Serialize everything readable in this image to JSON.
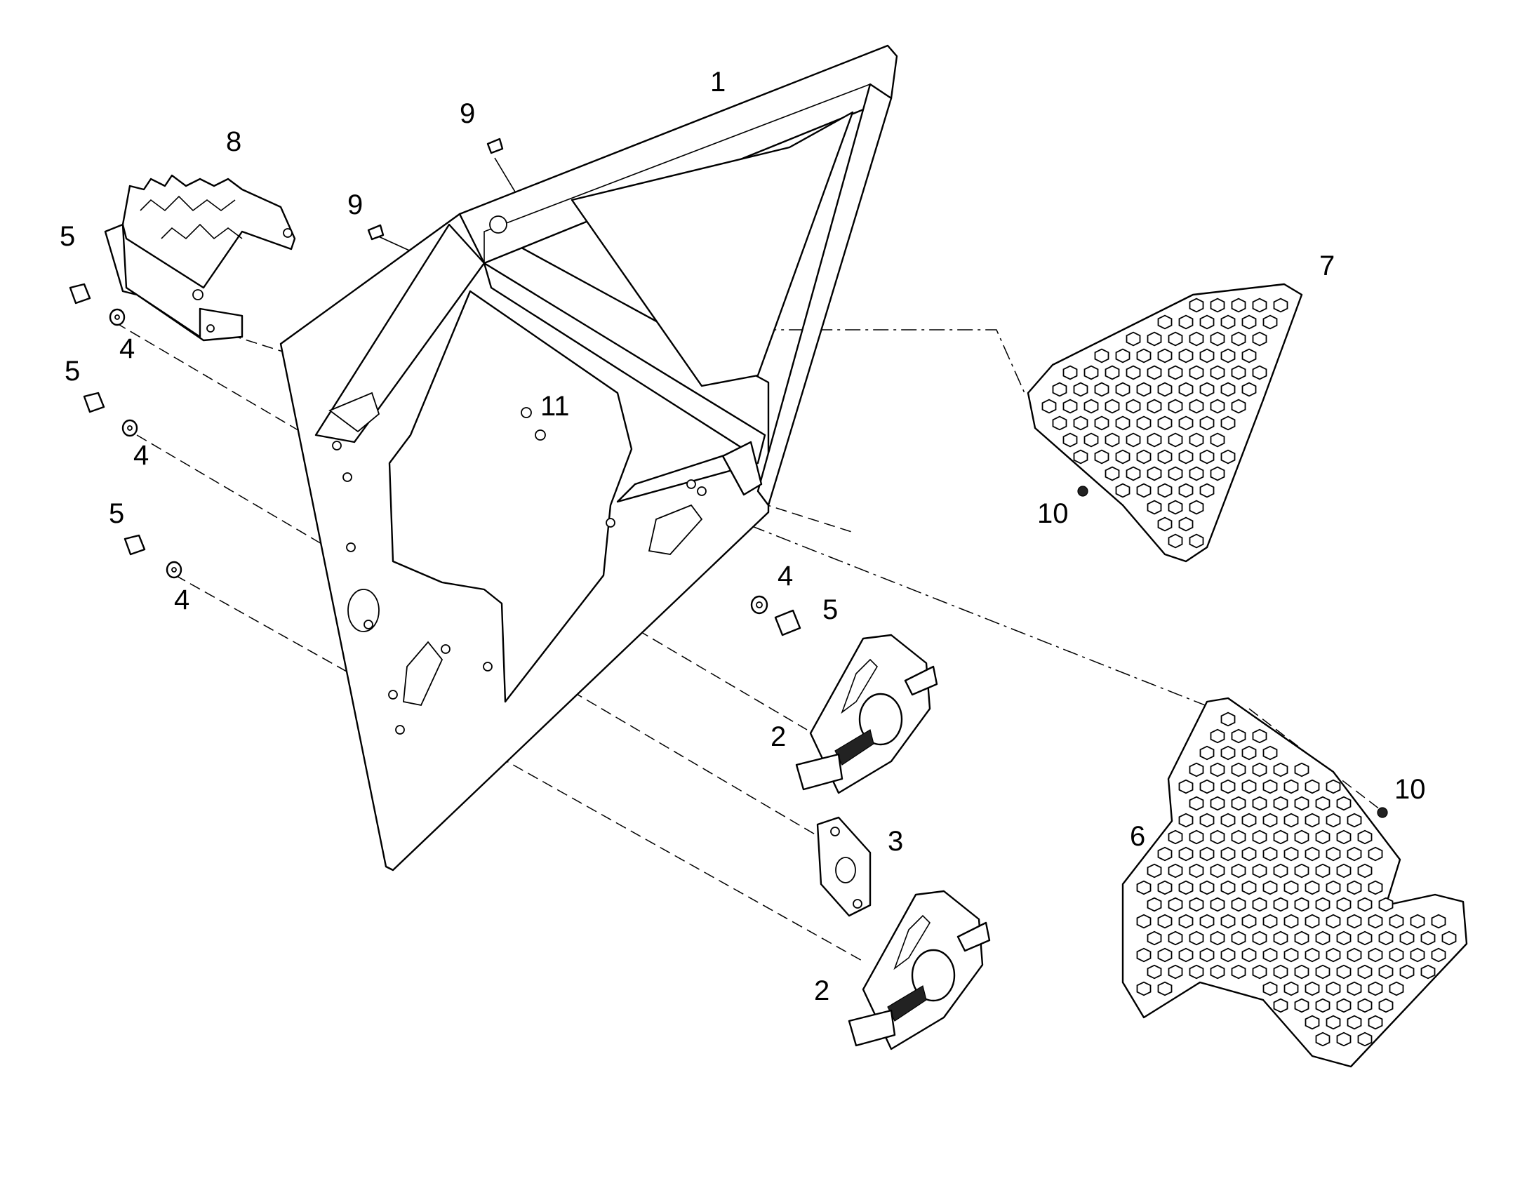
{
  "callouts": {
    "c1": "1",
    "c2a": "2",
    "c2b": "2",
    "c3": "3",
    "c4a": "4",
    "c4b": "4",
    "c4c": "4",
    "c4d": "4",
    "c5a": "5",
    "c5b": "5",
    "c5c": "5",
    "c5d": "5",
    "c6": "6",
    "c7": "7",
    "c8": "8",
    "c9a": "9",
    "c9b": "9",
    "c10a": "10",
    "c10b": "10",
    "c11": "11"
  }
}
